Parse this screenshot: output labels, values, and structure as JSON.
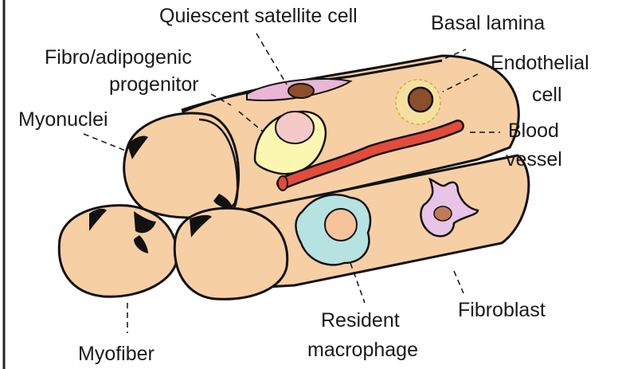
{
  "labels": {
    "quiescent_satellite_cell": "Quiescent satellite cell",
    "basal_lamina": "Basal lamina",
    "fibro_adipogenic_line1": "Fibro/adipogenic",
    "fibro_adipogenic_line2": "progenitor",
    "endothelial_line1": "Endothelial",
    "endothelial_line2": "cell",
    "myonuclei": "Myonuclei",
    "blood_vessel_line1": "Blood",
    "blood_vessel_line2": "vessel",
    "resident_macrophage_line1": "Resident",
    "resident_macrophage_line2": "macrophage",
    "fibroblast": "Fibroblast",
    "myofiber": "Myofiber"
  },
  "colors": {
    "myofiber_fill": "#f7cfa4",
    "outline": "#111111",
    "satellite_fill": "#e9b6d6",
    "nucleus_brown": "#8c4f2a",
    "fap_fill": "#fbf6b0",
    "fap_nucleus": "#f6c9c9",
    "blood_vessel": "#e34b3b",
    "macrophage_fill": "#b6e2e2",
    "macrophage_nucleus": "#f7c39a",
    "fibroblast_fill": "#e7c4e8",
    "endothelial_ring": "#f3ec9c"
  }
}
